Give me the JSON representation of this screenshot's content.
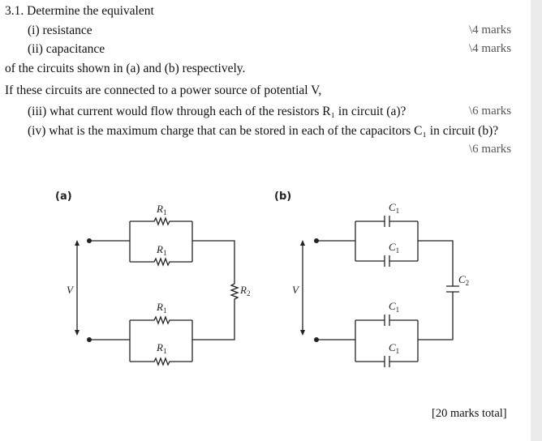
{
  "question": {
    "heading": "3.1. Determine the equivalent",
    "items": [
      {
        "text": "(i) resistance",
        "marks": "\\4 marks"
      },
      {
        "text": "(ii) capacitance",
        "marks": "\\4 marks"
      }
    ],
    "circuits_line": "of the circuits shown in (a) and (b) respectively.",
    "power_line": "If these circuits are connected to a power source of potential V,",
    "item_iii": {
      "text": "(iii) what current would flow through each of the resistors R₁ in circuit (a)?",
      "marks": "\\6 marks"
    },
    "item_iv": {
      "text": "(iv) what is the maximum charge that can be stored in each of the capacitors C₁ in circuit (b)?",
      "marks": "\\6 marks"
    },
    "total": "[20 marks total]"
  },
  "diagram_a": {
    "label": "(a)",
    "source": "V",
    "resistors": [
      "R",
      "R",
      "R",
      "R"
    ],
    "resistor_sub": "1",
    "series_resistor": "R",
    "series_sub": "2"
  },
  "diagram_b": {
    "label": "(b)",
    "source": "V",
    "capacitors": [
      "C",
      "C",
      "C",
      "C"
    ],
    "capacitor_sub": "1",
    "series_capacitor": "C",
    "series_sub": "2"
  }
}
